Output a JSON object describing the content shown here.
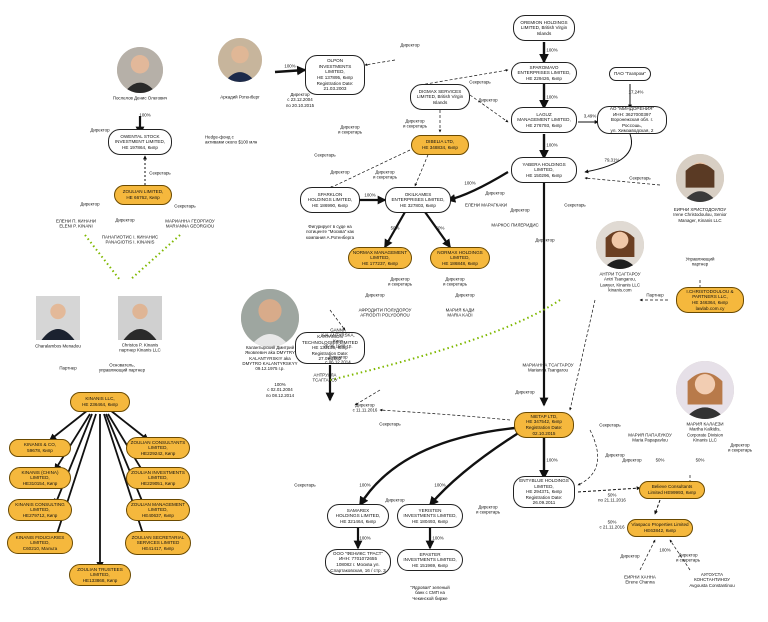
{
  "colors": {
    "company_fill": "#ffffff",
    "highlight_fill": "#f5b83d",
    "line": "#111111",
    "dotted_green": "#7fb800"
  },
  "nodes": {
    "oriel": "OLPON\nINVESTMENTS LIMITED,\nHE 137895, Кипр\nRegistration Date:\n21.03.2003",
    "oriel_block": "OREMION HOLDINGS\nLIMITED, British Virgin\nIslands",
    "sparomavo": "SPAROMAVO\nENTERPRISES LIMITED,\nHE 229426, Кипр",
    "gazprom": "ПАО \"Газпром\"",
    "oental": "OWENTAL STOCK\nINVESTMENT LIMITED,\nHE 197864, Кипр",
    "diamax": "DIGMAX SERVICES\nLIMITED, British Virgin\nIslands",
    "laguz": "LAGUZ\nMANAGEMENT LIMITED,\nHE 276793, Кипр",
    "mindo": "АО \"МИНДОРЕНИЯ\"\nИНН: 3627000397\nВоронежская обл. г. Россошь,\nул. Химзаводская, 2",
    "dibelia": "DIBELIA LTD,\nHE 348834, Кипр",
    "yabera": "YABERA HOLDINGS\nLIMITED,\nHE 150296, Кипр",
    "zoulian": "ZOULIAN LIMITED,\nHE 66762, Кипр",
    "sparklon": "SPARKLON\nHOLDINGS LIMITED,\nHE 186990, Кипр",
    "okilkames": "OKILKAMES\nENTERPRISES LIMITED,\nHE 327803, Кипр",
    "normax_mgmt": "NORMAX MANAGEMENT\nLIMITED,\nHE 177237, Кипр",
    "normax_hold": "NORMAX HOLDINGS\nLIMITED,\nHE 186848, Кипр",
    "christodoulou": "I.CHRISTODOULOU &\nPARTNERS LLC,\nHE 346364, Кипр\nlawlab.com.cy",
    "kinanis": "KINANIS LLC,\nHE 236464, Кипр",
    "kartamon": "KARTAMON\nTECHNOLOGIES LIMITED\nHE 133136, Кипр\nRegistration Date:\n27.09.2002",
    "nietap": "NIETAP LTD,\nHE 347542, Кипр\nRegistration Date:\n02.10.2015",
    "kinanis_co": "KINANIS & CO,\n59678, Кипр",
    "kinanis_china": "KINANIS (CHINA)\nLIMITED,\nHE310154, Кипр",
    "kinanis_consulting": "KINANIS CONSULTING\nLIMITED,\nHE279712, Кипр",
    "kinanis_fid": "KINANIS FIDUCIARIES\nLIMITED,\nC60210, Мальта",
    "zoulian_trustees": "ZOULIAN TRUSTEES\nLIMITED,\nHE133868, Кипр",
    "zoulian_consult": "ZOULIAN CONSULTANTS\nLIMITED,\nHE229242, Кипр",
    "zoulian_inv": "ZOULIAN INVESTMENTS\nLIMITED,\nHE229051, Кипр",
    "zoulian_mgmt": "ZOULIAN MANAGEMENT\nLIMITED,\nHE40637, Кипр",
    "zoulian_sec": "ZOULIAN SECRETARIAL\nSERVICES LIMITED\nHE41417, Кипр",
    "samarex": "SAMAREX\nHOLDINGS LIMITED,\nHE 321464, Кипр",
    "yeristen": "YERISTEN\nINVESTMENTS LIMITED,\nHE 180493, Кипр",
    "entyblue": "ENTYBLUE HOLDINGS\nLIMITED,\nHE 294371, Кипр\nRegistration Date:\n26.09.2011",
    "believe": "Believe Consultants\nLimited HE99993, Кипр",
    "ooo_feniks": "ООО \"ФЕНИКС ТРАСТ\"\nИНН: 7701072655\n108082 г. Москва ул.\nСпартаковская, 16 / стр. 3",
    "epaster": "EPASTER\nINVESTMENTS LIMITED,\nHE 151969, Кипр",
    "vlaspaco": "Vlaspaco Properties Limited\nHE63842, Кипр"
  },
  "people": {
    "rotenberg": "Аркадий Ротенберг",
    "poslelov": "Послелов Денис Олегович",
    "hristodoulou": "ЕИРНИ ХРИСТОДОУЛОУ\nIrene Christodoulou, Senior\nManager, Kinanis LLC",
    "tsiagarou": "АНТРИ ТСАГГАРОУ\nAntri Tsangarou,\nLawyer, Kinanis LLC\nkinanis.com",
    "charalambos": "Charalambos Menadou",
    "christos": "Christos P. Kinanis\nпартнер Kinanis LLC",
    "kalantyrsky": "Калантырский Дмитрий\nЯковлевич aka DMYTRY\nKALANTYRSKIY aka\nDMYTRO KALANTYRSKYY\n09.12.1975 г.р.",
    "kaliasi": "МАРИЯ КАЛАЕЗИ\nMartha Kalkidis,\nCorporate Division\nKinanis LLC"
  },
  "labels": {
    "poslelov_share": "100%",
    "oental_fund": "Hedge-фонд с\nактивами около $100 млн",
    "director": "Директор",
    "secretary": "Секретарь",
    "director_secretary": "Директор\nи секретарь",
    "pct_100": "100%",
    "pct_50": "50%",
    "pct_34": "3,49%",
    "pct_17": "17,24%",
    "pct_79": "79,31%",
    "oriel_dates": "Директор\nс 23.12.2004\nпо 20.10.2015",
    "eleni": "ЕЛЕНИ П. КИНАНИ\nELENI P. KINANI",
    "panagiotis": "ПАНАГИОТИС I. КИНАНИС\nPANAGIOTIS I. KINANIS",
    "mariana": "МАРИАННА ГЕОРГИОУ\nMARIANNA GEORGIOU",
    "sparklon_note": "Фигурирует в суде на\nпотиценте \"Москва\" как\nкомпания А.Ротенберга",
    "eleni_marg": "ЕЛЕНИ МАРАГКАКИ",
    "markos": "МАРКОС ПИЛЕРИДИС",
    "afrodity": "АФРОДИТИ ПОЛУДОРОУ\nAFRODITI POLYDOROU",
    "maria_kadi": "МАРИЯ КАДИ\nMARIA KADI",
    "partner": "Партнер",
    "managing_partner": "Управляющий\nпартнер",
    "founder_partner": "Основатель,\nуправляющий партнер",
    "ganna": "GANNA\nKALANTYRSKA,\nКиев\n25.06.1948 г.р.",
    "ganna_dir": "Директор\nс 06.12.2014",
    "kalant_dir": "100%\nс 02.01.2004\nпо 08.12.2014",
    "antigoni": "АНТРУЛЛА\nТСАГГАРОУ",
    "dir_2016": "Директор\nс 11.11.2016",
    "marianna_ts": "МАРИАННА ТСАГГАРОУ\nMarianna Tsangarou",
    "maria_pap": "МАРИЯ ПАПАЛУКОУ\nMaria Papapavlou",
    "pct_50_2016": "50%\nпо 21.11.2016",
    "pct_50_from": "50%\nс 21.11.2016",
    "yardova": "\"Ядровая\" зеленый\nбанк с СМП на\nЧекинской бирже",
    "eirini": "ЕИРНИ ХАННА\nEirene Channa",
    "avgousta": "АУГОУСТА КОНСТАНТИНОУ\nAvgousta Constantinou",
    "director_sec_lower": "Директор\nи секретарь"
  }
}
